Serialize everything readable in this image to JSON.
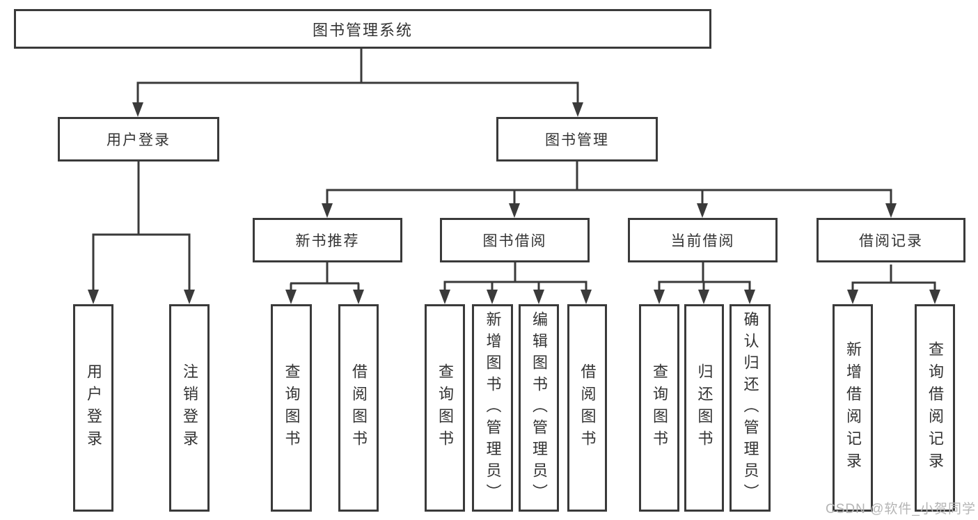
{
  "diagram": {
    "root": {
      "label": "图书管理系统"
    },
    "level2": {
      "user_login": {
        "label": "用户登录"
      },
      "book_management": {
        "label": "图书管理"
      }
    },
    "level3": {
      "new_book": {
        "label": "新书推荐"
      },
      "book_borrow": {
        "label": "图书借阅"
      },
      "current_borrow": {
        "label": "当前借阅"
      },
      "borrow_record": {
        "label": "借阅记录"
      }
    },
    "leaves": {
      "user_login": [
        "用户登录",
        "注销登录"
      ],
      "new_book": [
        "查询图书",
        "借阅图书"
      ],
      "book_borrow": [
        "查询图书",
        "新增图书（管理员）",
        "编辑图书（管理员）",
        "借阅图书"
      ],
      "current_borrow": [
        "查询图书",
        "归还图书",
        "确认归还（管理员）"
      ],
      "borrow_record": [
        "新增借阅记录",
        "查询借阅记录"
      ]
    }
  },
  "watermark": {
    "text": "CSDN @软件_小贺同学"
  },
  "colors": {
    "line": "#3a3a3a",
    "text": "#333333",
    "watermark": "#b5b5b5",
    "background": "#ffffff"
  }
}
